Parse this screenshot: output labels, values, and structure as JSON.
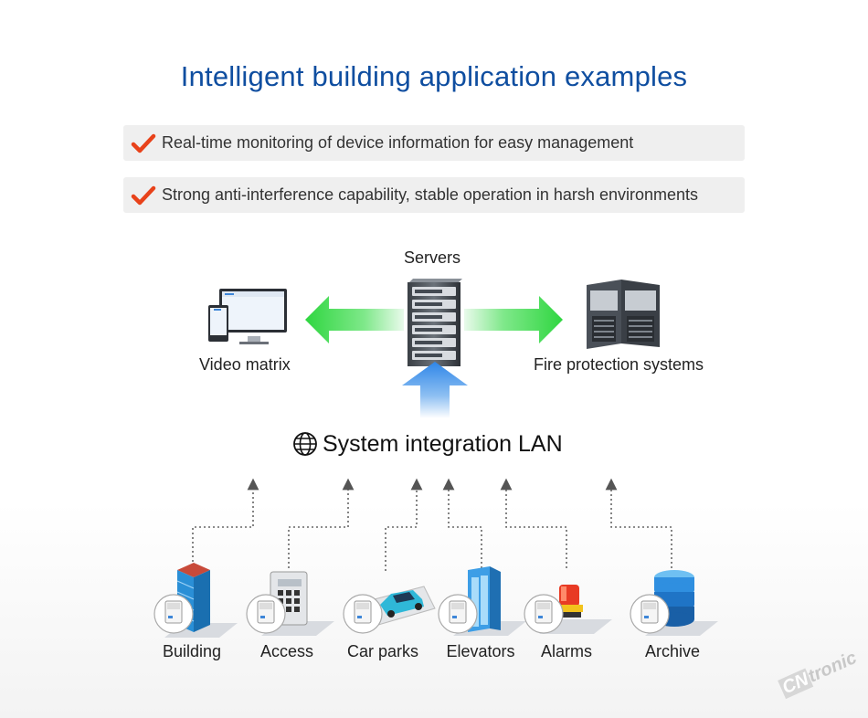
{
  "title": "Intelligent building application examples",
  "features": [
    "Real-time monitoring of device information for easy management",
    "Strong anti-interference capability, stable operation in harsh environments"
  ],
  "nodes": {
    "servers": "Servers",
    "video_matrix": "Video matrix",
    "fire_protection": "Fire protection systems",
    "lan": "System integration LAN"
  },
  "devices": [
    "Building",
    "Access",
    "Car parks",
    "Elevators",
    "Alarms",
    "Archive"
  ],
  "logo": {
    "prefix": "CN",
    "suffix": "tronic"
  },
  "colors": {
    "title": "#0f4ea0",
    "check": "#e8421a",
    "green_arrow": "#3fd84f",
    "blue_arrow": "#3d8fe8",
    "feature_bg": "#efefef"
  }
}
